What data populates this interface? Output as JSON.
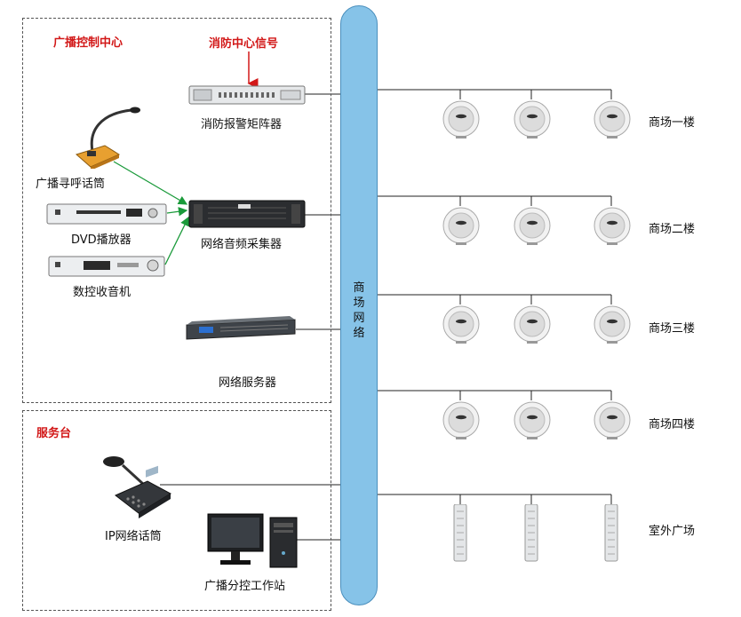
{
  "control_center": {
    "title": "广播控制中心",
    "fire_signal": "消防中心信号",
    "fire_matrix": "消防报警矩阵器",
    "paging_mic": "广播寻呼话筒",
    "dvd_player": "DVD播放器",
    "digital_tuner": "数控收音机",
    "audio_collector": "网络音频采集器",
    "network_server": "网络服务器"
  },
  "service_desk": {
    "title": "服务台",
    "ip_mic": "IP网络话筒",
    "workstation": "广播分控工作站"
  },
  "network": {
    "label_chars": [
      "商",
      "场",
      "网",
      "络"
    ]
  },
  "zones": [
    {
      "label": "商场一楼"
    },
    {
      "label": "商场二楼"
    },
    {
      "label": "商场三楼"
    },
    {
      "label": "商场四楼"
    },
    {
      "label": "室外广场"
    }
  ],
  "colors": {
    "accent_red": "#d21818",
    "arrow_green": "#1a9a3a",
    "network_blue": "#86c3e8"
  }
}
